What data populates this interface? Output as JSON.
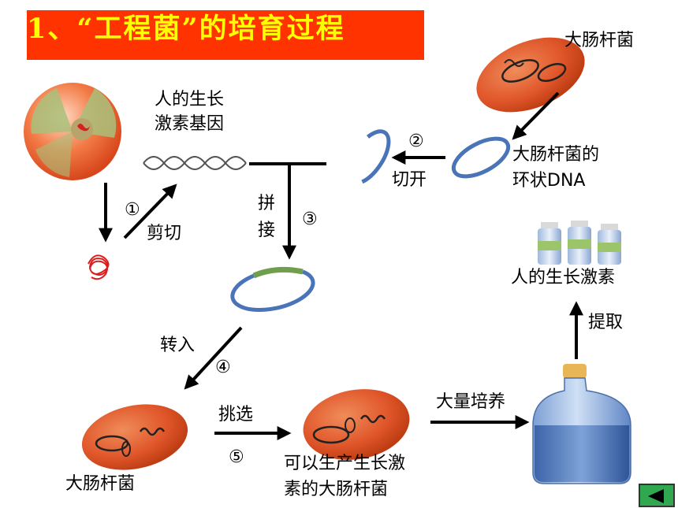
{
  "title": "1、“工程菌”的培育过程",
  "labels": {
    "hgh_gene": "人的生长\n激素基因",
    "ecoli_top": "大肠杆菌",
    "circular_dna": "大肠杆菌的\n环状DNA",
    "cut_open": "切开",
    "step2": "②",
    "step1": "①",
    "cut": "剪切",
    "splice_a": "拼",
    "splice_b": "接",
    "step3": "③",
    "transfer": "转入",
    "step4": "④",
    "ecoli_bottom": "大肠杆菌",
    "select": "挑选",
    "step5": "⑤",
    "producing_ecoli": "可以生产生长激\n素的大肠杆菌",
    "mass_culture": "大量培养",
    "extract": "提取",
    "hgh": "人的生长激素"
  },
  "colors": {
    "title_bg": "#ff3300",
    "title_text": "#ffff00",
    "plasmid": "#4a74b8",
    "gene_fragment": "#6f9e4c",
    "bacterium": "#e0562a",
    "arrow": "#000000",
    "nav_button": "#2fa84f"
  },
  "icons": {
    "nav": "back-arrow-icon"
  }
}
